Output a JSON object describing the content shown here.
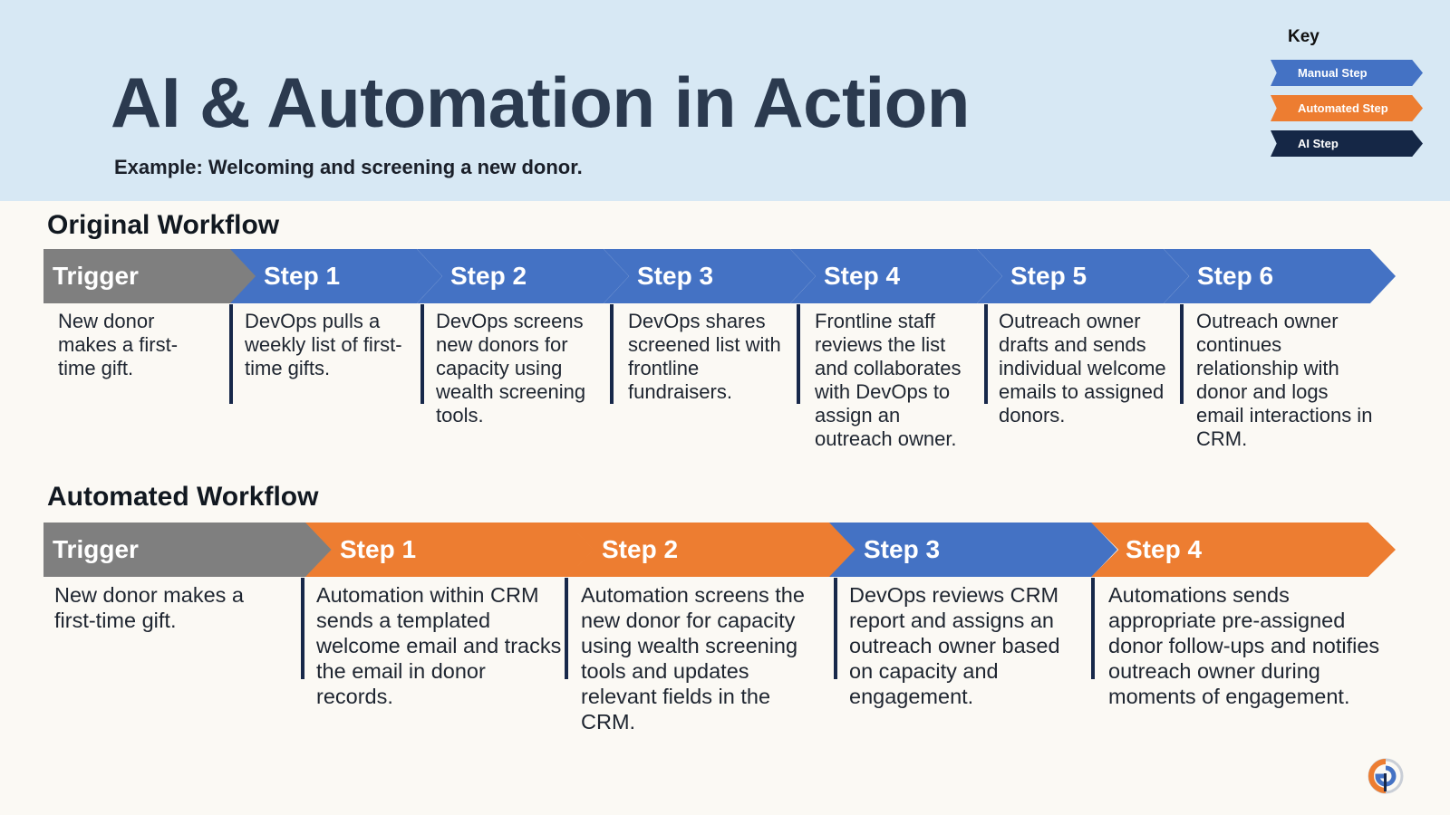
{
  "header": {
    "title": "AI & Automation in Action",
    "subtitle": "Example: Welcoming and screening a new donor."
  },
  "key": {
    "title": "Key",
    "items": [
      {
        "label": "Manual Step",
        "color": "#4472c4"
      },
      {
        "label": "Automated Step",
        "color": "#ed7d31"
      },
      {
        "label": "AI Step",
        "color": "#152746"
      }
    ]
  },
  "original": {
    "title": "Original Workflow",
    "steps": [
      {
        "label": "Trigger",
        "kind": "trigger",
        "text": "New donor makes a first-time gift."
      },
      {
        "label": "Step 1",
        "kind": "manual",
        "text": "DevOps pulls a weekly list of first-time gifts."
      },
      {
        "label": "Step 2",
        "kind": "manual",
        "text": "DevOps screens new donors for capacity using wealth screening tools."
      },
      {
        "label": "Step 3",
        "kind": "manual",
        "text": "DevOps shares screened list with frontline fundraisers."
      },
      {
        "label": "Step 4",
        "kind": "manual",
        "text": "Frontline staff reviews the list and collaborates with DevOps to assign an outreach owner."
      },
      {
        "label": "Step 5",
        "kind": "manual",
        "text": "Outreach owner drafts and sends individual welcome emails to assigned donors."
      },
      {
        "label": "Step 6",
        "kind": "manual",
        "text": "Outreach owner continues relationship with donor and logs email interactions in CRM."
      }
    ]
  },
  "automated": {
    "title": "Automated Workflow",
    "steps": [
      {
        "label": "Trigger",
        "kind": "trigger",
        "text": "New donor makes a first-time gift."
      },
      {
        "label": "Step 1",
        "kind": "automated",
        "text": "Automation within CRM sends a templated welcome email and tracks the email in donor records."
      },
      {
        "label": "Step 2",
        "kind": "automated",
        "text": "Automation screens the new donor for capacity using wealth screening tools and updates relevant fields in the CRM."
      },
      {
        "label": "Step 3",
        "kind": "manual",
        "text": "DevOps reviews CRM report and assigns an outreach owner based on capacity and engagement."
      },
      {
        "label": "Step 4",
        "kind": "automated",
        "text": "Automations sends appropriate pre-assigned donor follow-ups and notifies outreach owner during moments of engagement."
      }
    ]
  },
  "colors": {
    "trigger": "#7f7f7f",
    "manual": "#4472c4",
    "automated": "#ed7d31",
    "ai": "#152746",
    "header_bg": "#d7e8f4"
  }
}
